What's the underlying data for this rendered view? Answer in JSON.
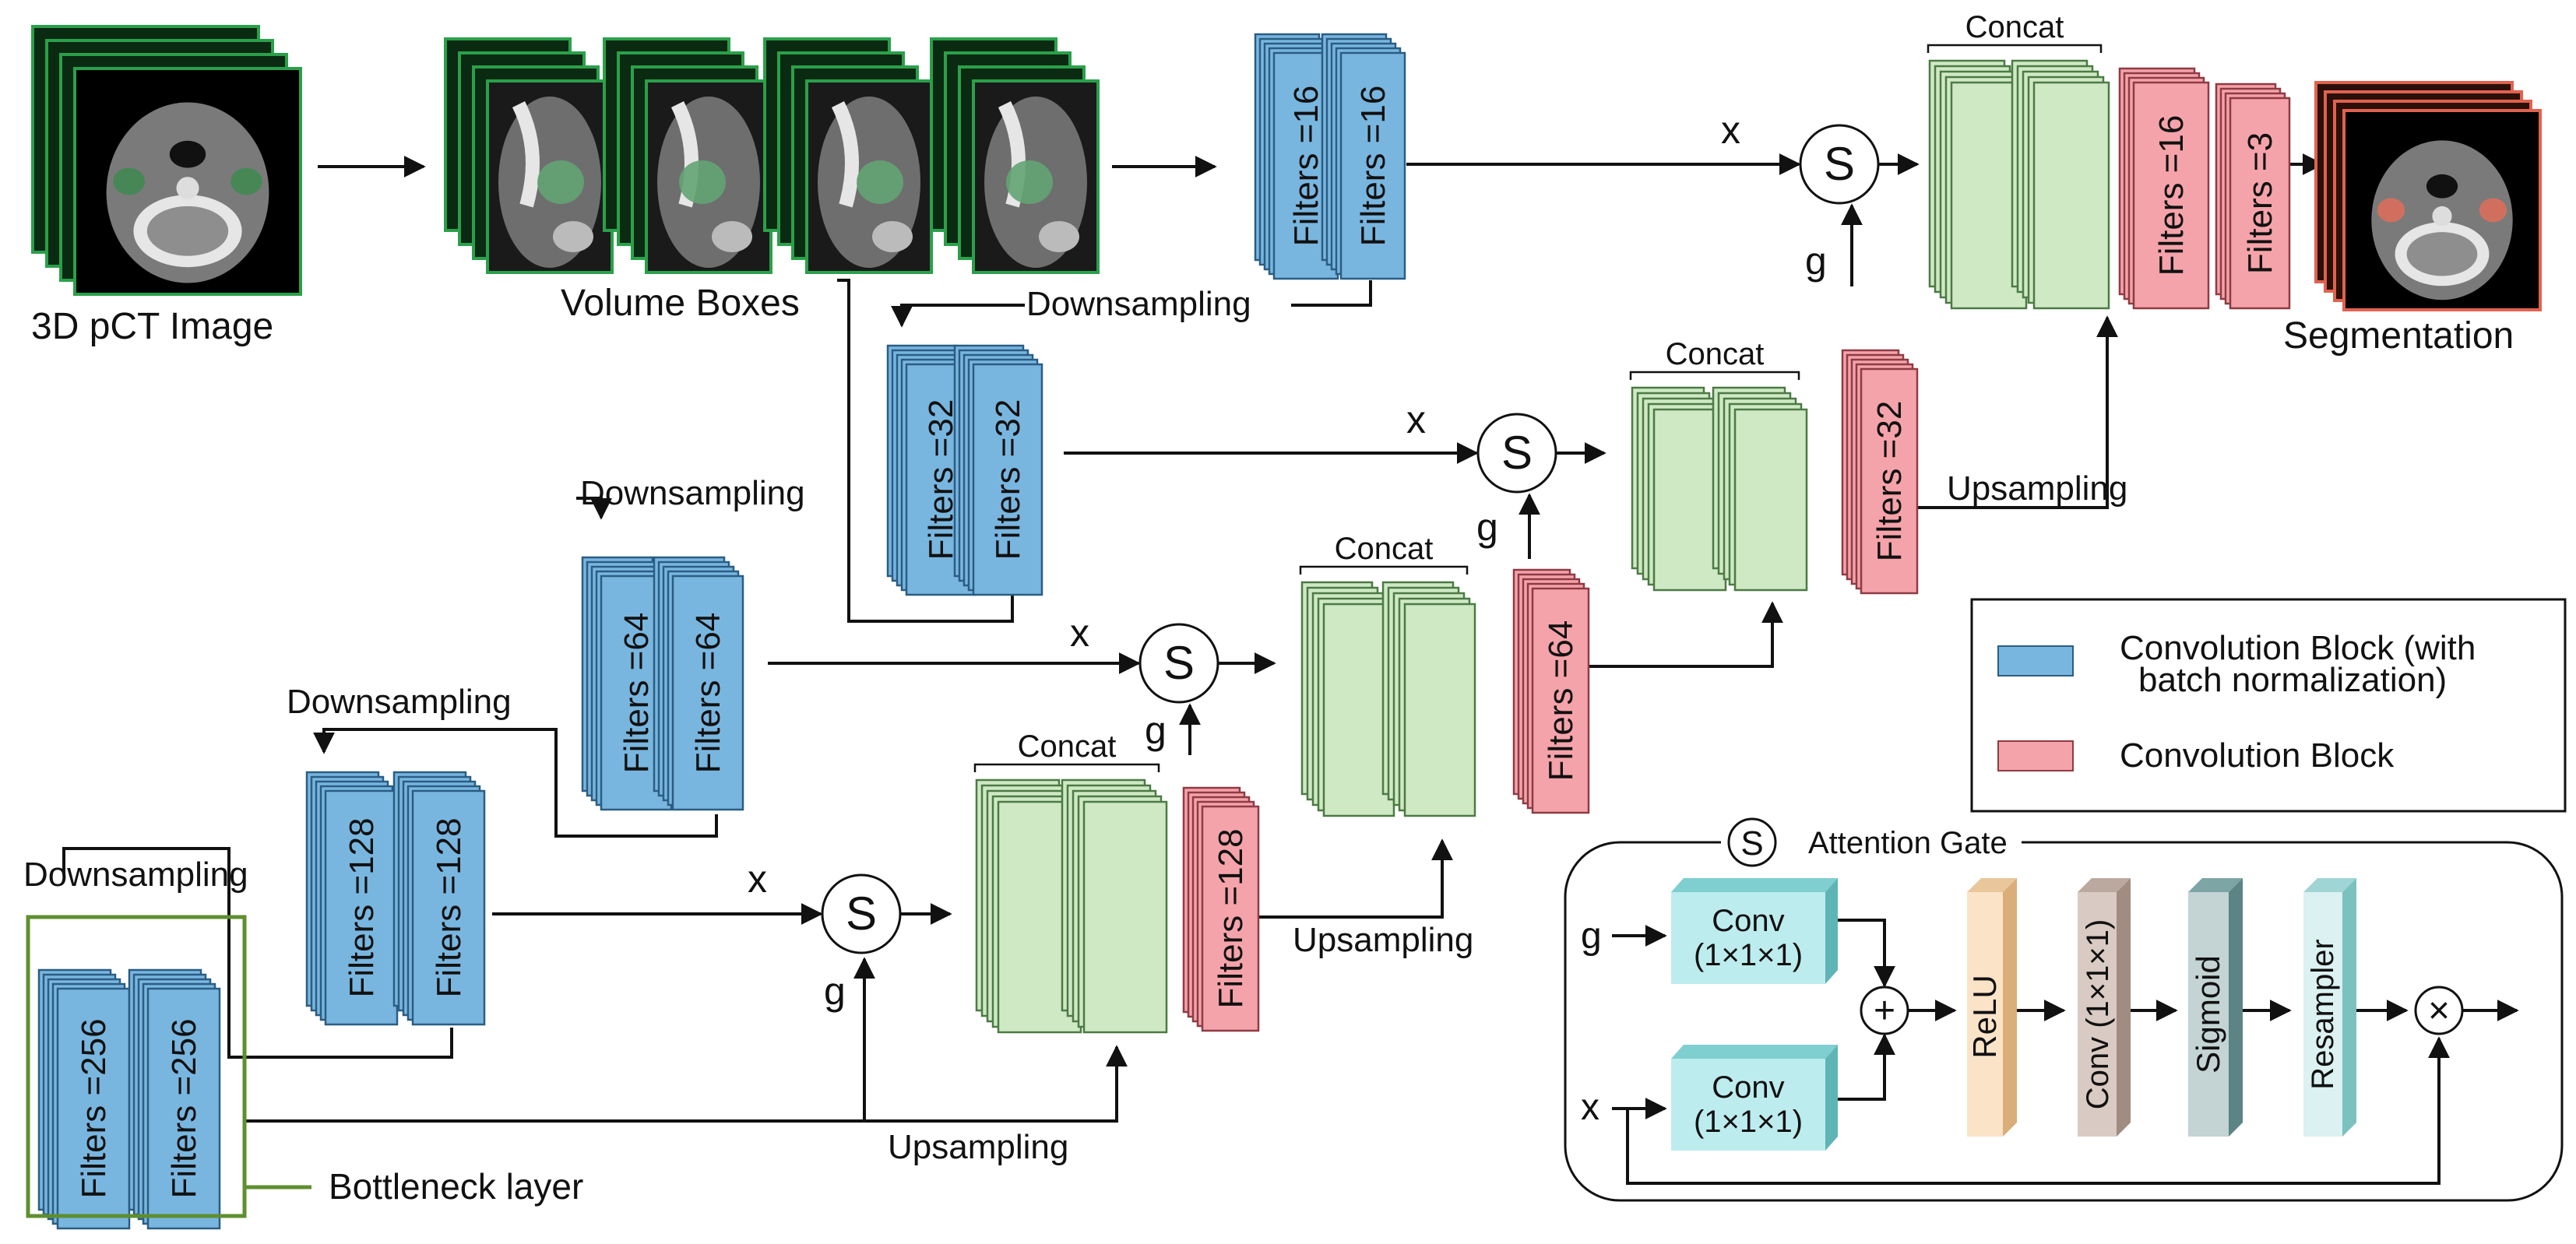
{
  "colors": {
    "blue": "#79b6df",
    "blue_dark": "#2a5d84",
    "pink": "#f5a3aa",
    "pink_dark": "#8f3b44",
    "green": "#cfe9c4",
    "green_dark": "#4c7a45",
    "bottleneck": "#5f8f30",
    "ct_border": "#2aa04a",
    "seg_border": "#e0624f",
    "line": "#111111"
  },
  "input_label": "3D pCT Image",
  "volume_boxes_label": "Volume Boxes",
  "segmentation_label": "Segmentation",
  "downsampling_label": "Downsampling",
  "upsampling_label": "Upsampling",
  "concat_label": "Concat",
  "x_label": "x",
  "g_label": "g",
  "s_symbol": "S",
  "bottleneck_label": "Bottleneck layer",
  "encoder": [
    {
      "name": "enc-1",
      "filters": [
        "Filters =16",
        "Filters =16"
      ]
    },
    {
      "name": "enc-2",
      "filters": [
        "Filters =32",
        "Filters =32"
      ]
    },
    {
      "name": "enc-3",
      "filters": [
        "Filters =64",
        "Filters =64"
      ]
    },
    {
      "name": "enc-4",
      "filters": [
        "Filters =128",
        "Filters =128"
      ]
    },
    {
      "name": "enc-5",
      "filters": [
        "Filters =256",
        "Filters =256"
      ]
    }
  ],
  "decoder": [
    {
      "name": "dec-1",
      "filters": "Filters =128"
    },
    {
      "name": "dec-2",
      "filters": "Filters =64"
    },
    {
      "name": "dec-3",
      "filters": "Filters =32"
    },
    {
      "name": "dec-4",
      "filters": [
        "Filters =16",
        "Filters =3"
      ]
    }
  ],
  "legend": {
    "blue_label_1": "Convolution Block (with",
    "blue_label_2": "batch normalization)",
    "pink_label": "Convolution Block"
  },
  "attention_gate": {
    "title": "Attention Gate",
    "symbol": "S",
    "g_input": "g",
    "x_input": "x",
    "conv_label": "Conv",
    "conv_kernel": "(1×1×1)",
    "plus_symbol": "+",
    "relu": "ReLU",
    "conv_vertical": "Conv (1×1×1)",
    "sigmoid": "Sigmoid",
    "resampler": "Resampler",
    "times_symbol": "×"
  }
}
